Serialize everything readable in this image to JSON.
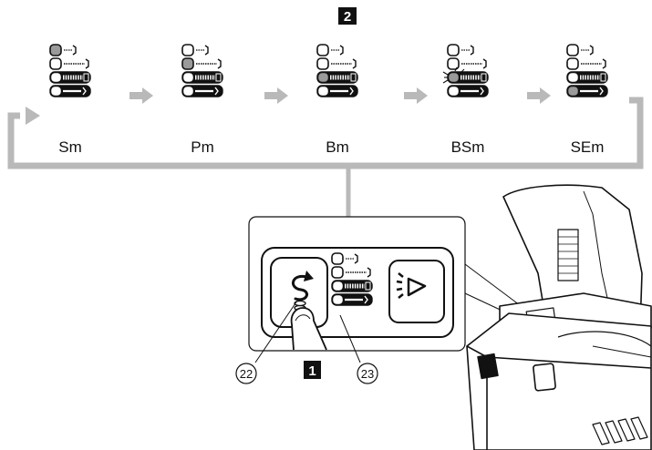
{
  "badges": {
    "top": "2",
    "bottom": "1"
  },
  "modes": [
    {
      "label": "Sm",
      "active": 0
    },
    {
      "label": "Pm",
      "active": 1
    },
    {
      "label": "Bm",
      "active": 2
    },
    {
      "label": "BSm",
      "active": 2,
      "blink": true
    },
    {
      "label": "SEm",
      "active": 3
    }
  ],
  "callouts": {
    "left": "22",
    "right": "23"
  },
  "colors": {
    "lamp_on": "#9a9a9a",
    "cycle_arrow": "#b9b9b9",
    "line": "#111111"
  }
}
